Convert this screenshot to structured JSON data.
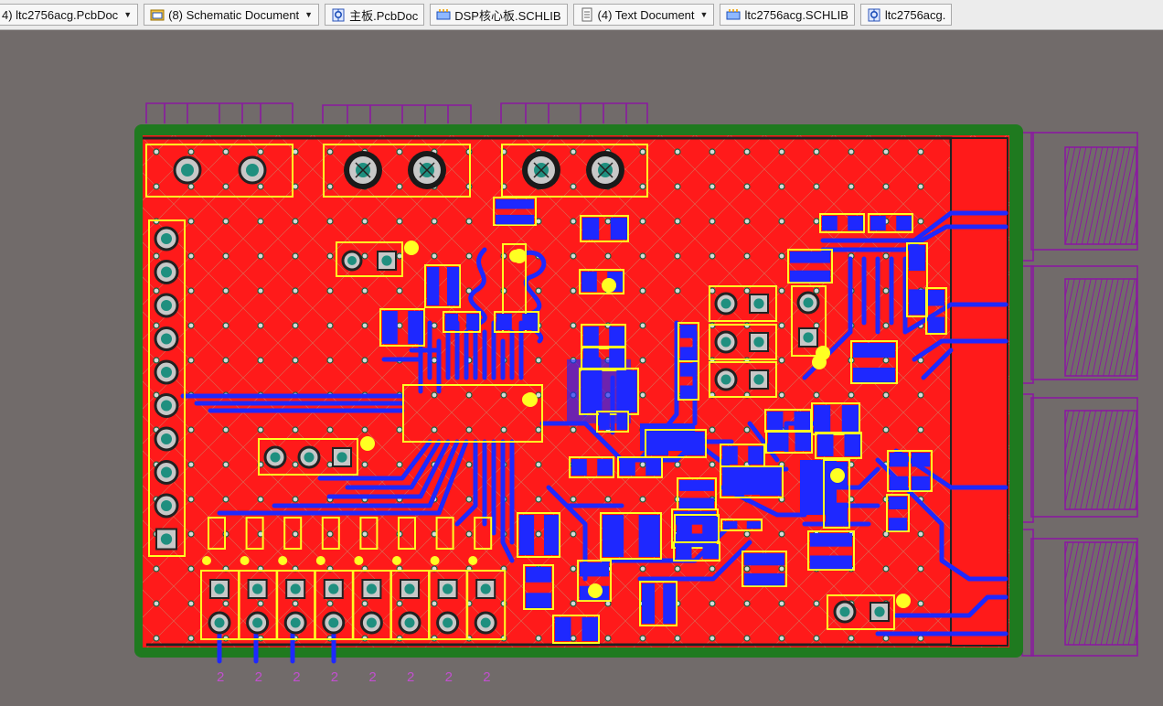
{
  "tabs": [
    {
      "label": "4) ltc2756acg.PcbDoc",
      "icon": "pcb-doc-icon",
      "dropdown": true
    },
    {
      "label": "(8) Schematic Document",
      "icon": "schematic-doc-icon",
      "dropdown": true
    },
    {
      "label": "主板.PcbDoc",
      "icon": "pcb-doc-icon",
      "dropdown": false
    },
    {
      "label": "DSP核心板.SCHLIB",
      "icon": "schlib-icon",
      "dropdown": false
    },
    {
      "label": "(4) Text Document",
      "icon": "text-doc-icon",
      "dropdown": true
    },
    {
      "label": "ltc2756acg.SCHLIB",
      "icon": "schlib-icon",
      "dropdown": false
    },
    {
      "label": "ltc2756acg.",
      "icon": "pcb-doc-icon",
      "dropdown": false
    }
  ],
  "dropdown_glyph": "▼",
  "pin_labels": [
    "2",
    "2",
    "2",
    "2",
    "2",
    "2",
    "2",
    "2"
  ],
  "colors": {
    "workspace": "#716b6a",
    "board_outline": "#1f7a1f",
    "top_copper": "#ff1a1a",
    "bottom_copper": "#1e28ff",
    "silkscreen": "#ffff22",
    "mechanical": "#8a1aa0",
    "pad_ring": "#c8c8c8",
    "pad_hole": "#1f8f7f"
  }
}
